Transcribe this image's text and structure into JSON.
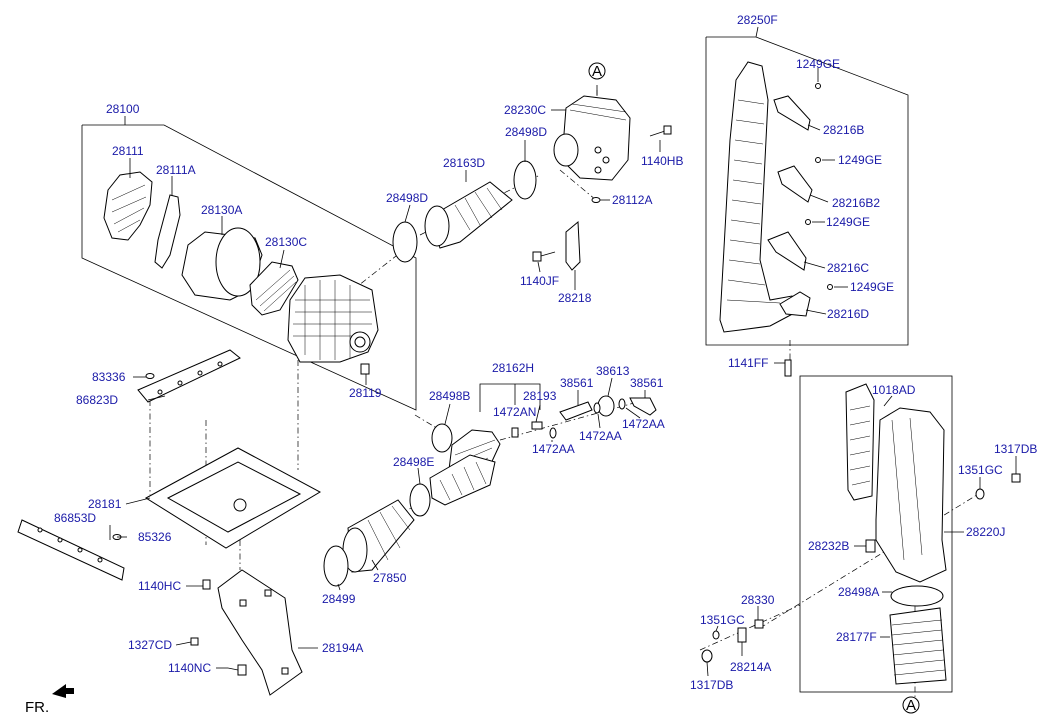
{
  "labels": {
    "p28100": "28100",
    "p28111": "28111",
    "p28111A": "28111A",
    "p28130A": "28130A",
    "p28130C": "28130C",
    "p83336": "83336",
    "p86823D": "86823D",
    "p28119": "28119",
    "p28181": "28181",
    "p86853D": "86853D",
    "p85326": "85326",
    "p1140HC": "1140HC",
    "p1327CD": "1327CD",
    "p1140NC": "1140NC",
    "p28194A": "28194A",
    "p28498D_a": "28498D",
    "p28163D": "28163D",
    "p28498D_b": "28498D",
    "p28230C": "28230C",
    "p1140HB": "1140HB",
    "p28112A": "28112A",
    "p1140JF": "1140JF",
    "p28218": "28218",
    "p28162H": "28162H",
    "p28193": "28193",
    "p1472AN": "1472AN",
    "p28498B": "28498B",
    "p38561_a": "38561",
    "p38613": "38613",
    "p38561_b": "38561",
    "p1472AA_a": "1472AA",
    "p1472AA_b": "1472AA",
    "p1472AA_c": "1472AA",
    "p28498E": "28498E",
    "p27850": "27850",
    "p28499": "28499",
    "p28250F": "28250F",
    "p1249GE_a": "1249GE",
    "p28216B": "28216B",
    "p1249GE_b": "1249GE",
    "p28216B2": "28216B2",
    "p1249GE_c": "1249GE",
    "p28216C": "28216C",
    "p1249GE_d": "1249GE",
    "p28216D": "28216D",
    "p1141FF": "1141FF",
    "p1018AD": "1018AD",
    "p1317DB_a": "1317DB",
    "p1351GC_a": "1351GC",
    "p28220J": "28220J",
    "p28232B": "28232B",
    "p28498A": "28498A",
    "p28330": "28330",
    "p1351GC_b": "1351GC",
    "p28177F": "28177F",
    "p28214A": "28214A",
    "p1317DB_b": "1317DB",
    "refA_top": "A",
    "refA_bottom": "A",
    "fr": "FR."
  }
}
